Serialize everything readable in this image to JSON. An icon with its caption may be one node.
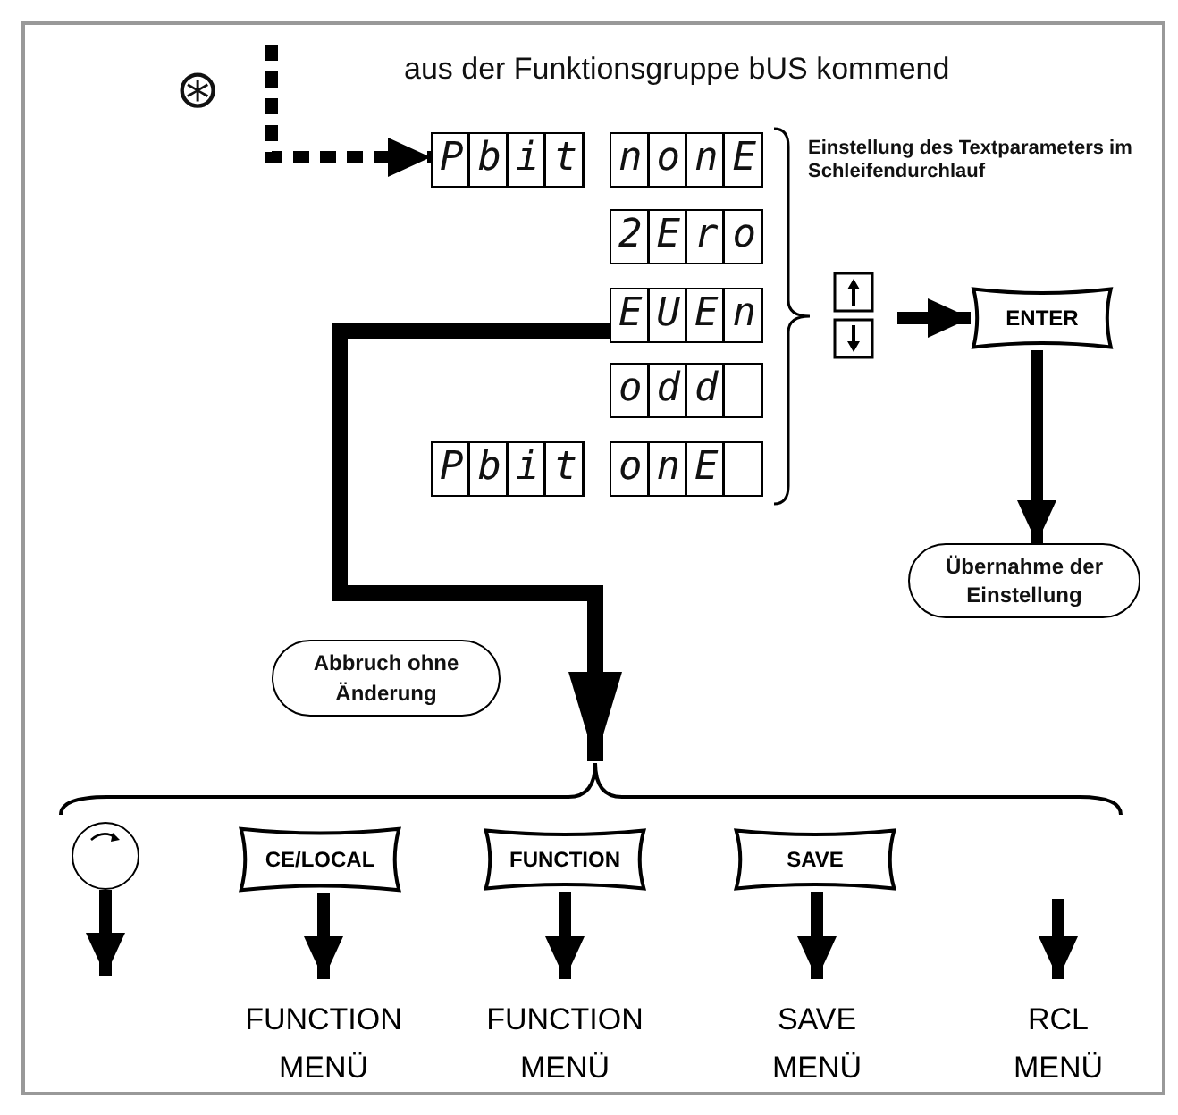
{
  "diagram": {
    "title": "aus der Funktionsgruppe bUS kommend",
    "nodes": [
      {
        "text": [
          "Pbit"
        ]
      },
      {
        "text": [
          "nonE"
        ]
      },
      {
        "text": [
          "2Ero"
        ]
      },
      {
        "text": [
          "EUEn"
        ]
      },
      {
        "text": [
          "odd"
        ]
      },
      {
        "text": [
          "Pbit"
        ]
      },
      {
        "text": [
          "onE"
        ]
      },
      {
        "text": [],
        "shape": "box"
      },
      {
        "text": [
          "ENTER"
        ]
      },
      {
        "text": [
          "Übernahme der Einstellung"
        ]
      },
      {
        "text": [
          "Abbruch ohne Änderung"
        ]
      },
      {
        "text": [],
        "shape": "brace"
      },
      {
        "text": [],
        "shape": "circle"
      },
      {
        "text": [
          "CE/LOCAL"
        ]
      },
      {
        "text": [
          "FUNCTION"
        ]
      },
      {
        "text": [
          "SAVE"
        ]
      },
      {
        "text": [
          "FUNCTION MENÜ"
        ]
      },
      {
        "text": [
          "FUNCTION MENÜ"
        ]
      },
      {
        "text": [
          "SAVE MENÜ"
        ]
      },
      {
        "text": [
          "RCL MENÜ"
        ]
      }
    ],
    "edges": [
      {
        "from": null,
        "to": 0,
        "arrow": "to",
        "style": "dashed"
      },
      {
        "from": 7,
        "to": 8,
        "arrow": "to"
      },
      {
        "from": 8,
        "to": 9,
        "arrow": "to"
      },
      {
        "from": 3,
        "to": 11,
        "arrow": "to"
      },
      {
        "from": 12,
        "to": null,
        "arrow": "to"
      },
      {
        "from": 13,
        "to": 16,
        "arrow": "to"
      },
      {
        "from": 14,
        "to": 17,
        "arrow": "to"
      },
      {
        "from": 15,
        "to": 18,
        "arrow": "to"
      },
      {
        "from": null,
        "to": 19,
        "arrow": "to"
      }
    ],
    "labels": [
      "⊛",
      "Einstellung des Textparameters im Schleifendurchlauf"
    ]
  }
}
